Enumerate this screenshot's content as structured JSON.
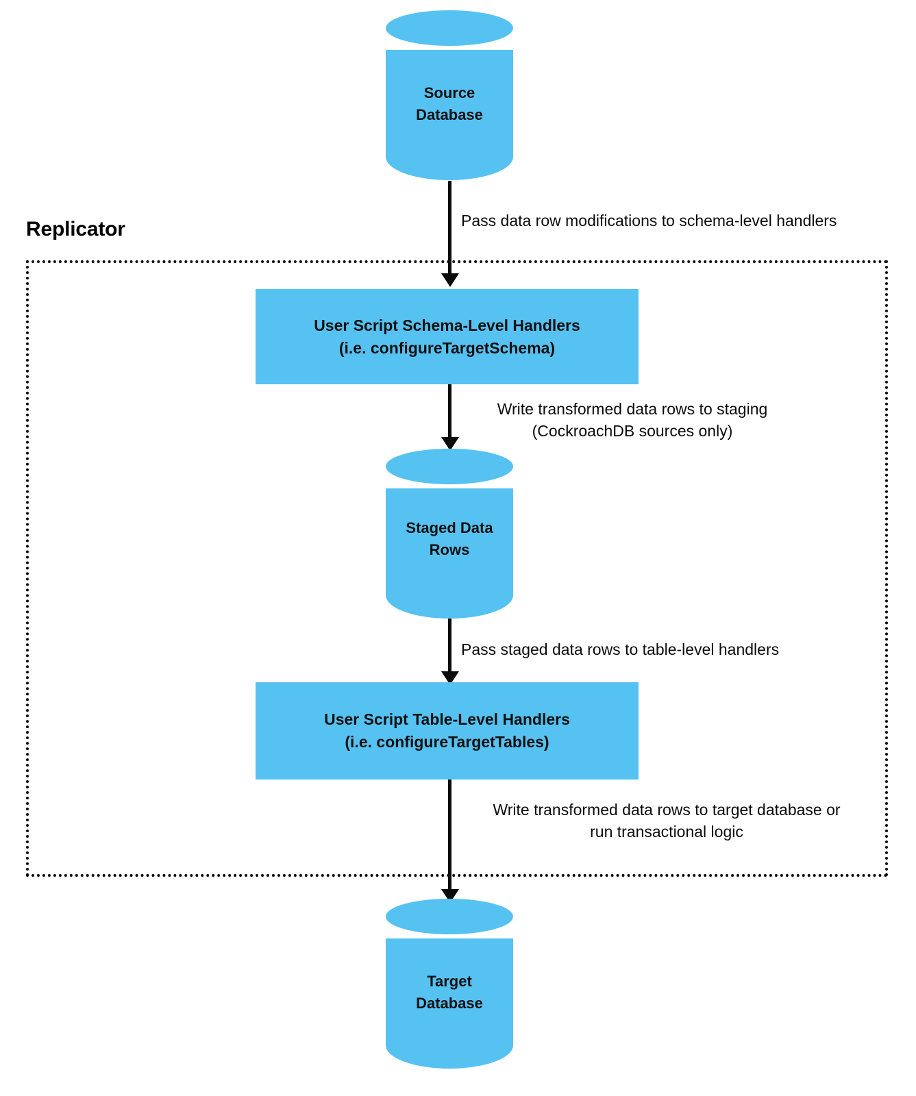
{
  "diagram": {
    "title": "Replicator",
    "accent_color": "#56c2f2",
    "line_color": "#0b0b0b",
    "background_color": "#ffffff",
    "nodes": {
      "source_database": {
        "shape": "cylinder",
        "label": "Source\nDatabase"
      },
      "schema_handlers": {
        "shape": "rectangle",
        "label": "User Script Schema-Level Handlers\n(i.e. configureTargetSchema)"
      },
      "staged_data_rows": {
        "shape": "cylinder",
        "label": "Staged Data\nRows"
      },
      "table_handlers": {
        "shape": "rectangle",
        "label": "User Script Table-Level Handlers\n(i.e. configureTargetTables)"
      },
      "target_database": {
        "shape": "cylinder",
        "label": "Target\nDatabase"
      }
    },
    "edges": [
      {
        "from": "source_database",
        "to": "schema_handlers",
        "label": "Pass data row modifications to schema-level handlers"
      },
      {
        "from": "schema_handlers",
        "to": "staged_data_rows",
        "label": "Write transformed data rows to staging\n(CockroachDB sources only)"
      },
      {
        "from": "staged_data_rows",
        "to": "table_handlers",
        "label": "Pass staged data rows to table-level handlers"
      },
      {
        "from": "table_handlers",
        "to": "target_database",
        "label": "Write transformed data rows to target database or\nrun transactional logic"
      }
    ]
  }
}
